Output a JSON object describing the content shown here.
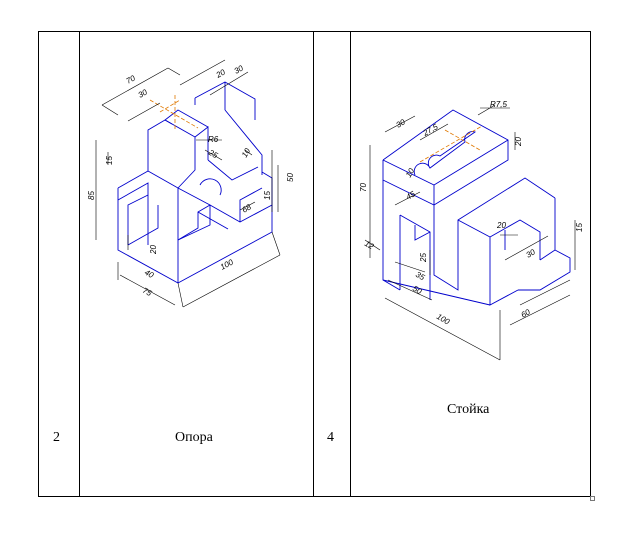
{
  "table": {
    "cells": [
      {
        "number": "2",
        "caption": "Опора"
      },
      {
        "number": "4",
        "caption": "Стойка"
      }
    ]
  },
  "drawing_opora": {
    "dims": [
      "70",
      "30",
      "20",
      "30",
      "R6",
      "25",
      "10",
      "15",
      "85",
      "50",
      "68",
      "15",
      "20",
      "40",
      "75",
      "100"
    ]
  },
  "drawing_stoyka": {
    "dims": [
      "R7,5",
      "30",
      "27,5",
      "20",
      "10",
      "70",
      "45",
      "20",
      "15",
      "12",
      "35",
      "25",
      "50",
      "30",
      "60",
      "100"
    ]
  },
  "colors": {
    "outline": "#0000cc",
    "axis": "#e07800",
    "dimension": "#000000"
  }
}
